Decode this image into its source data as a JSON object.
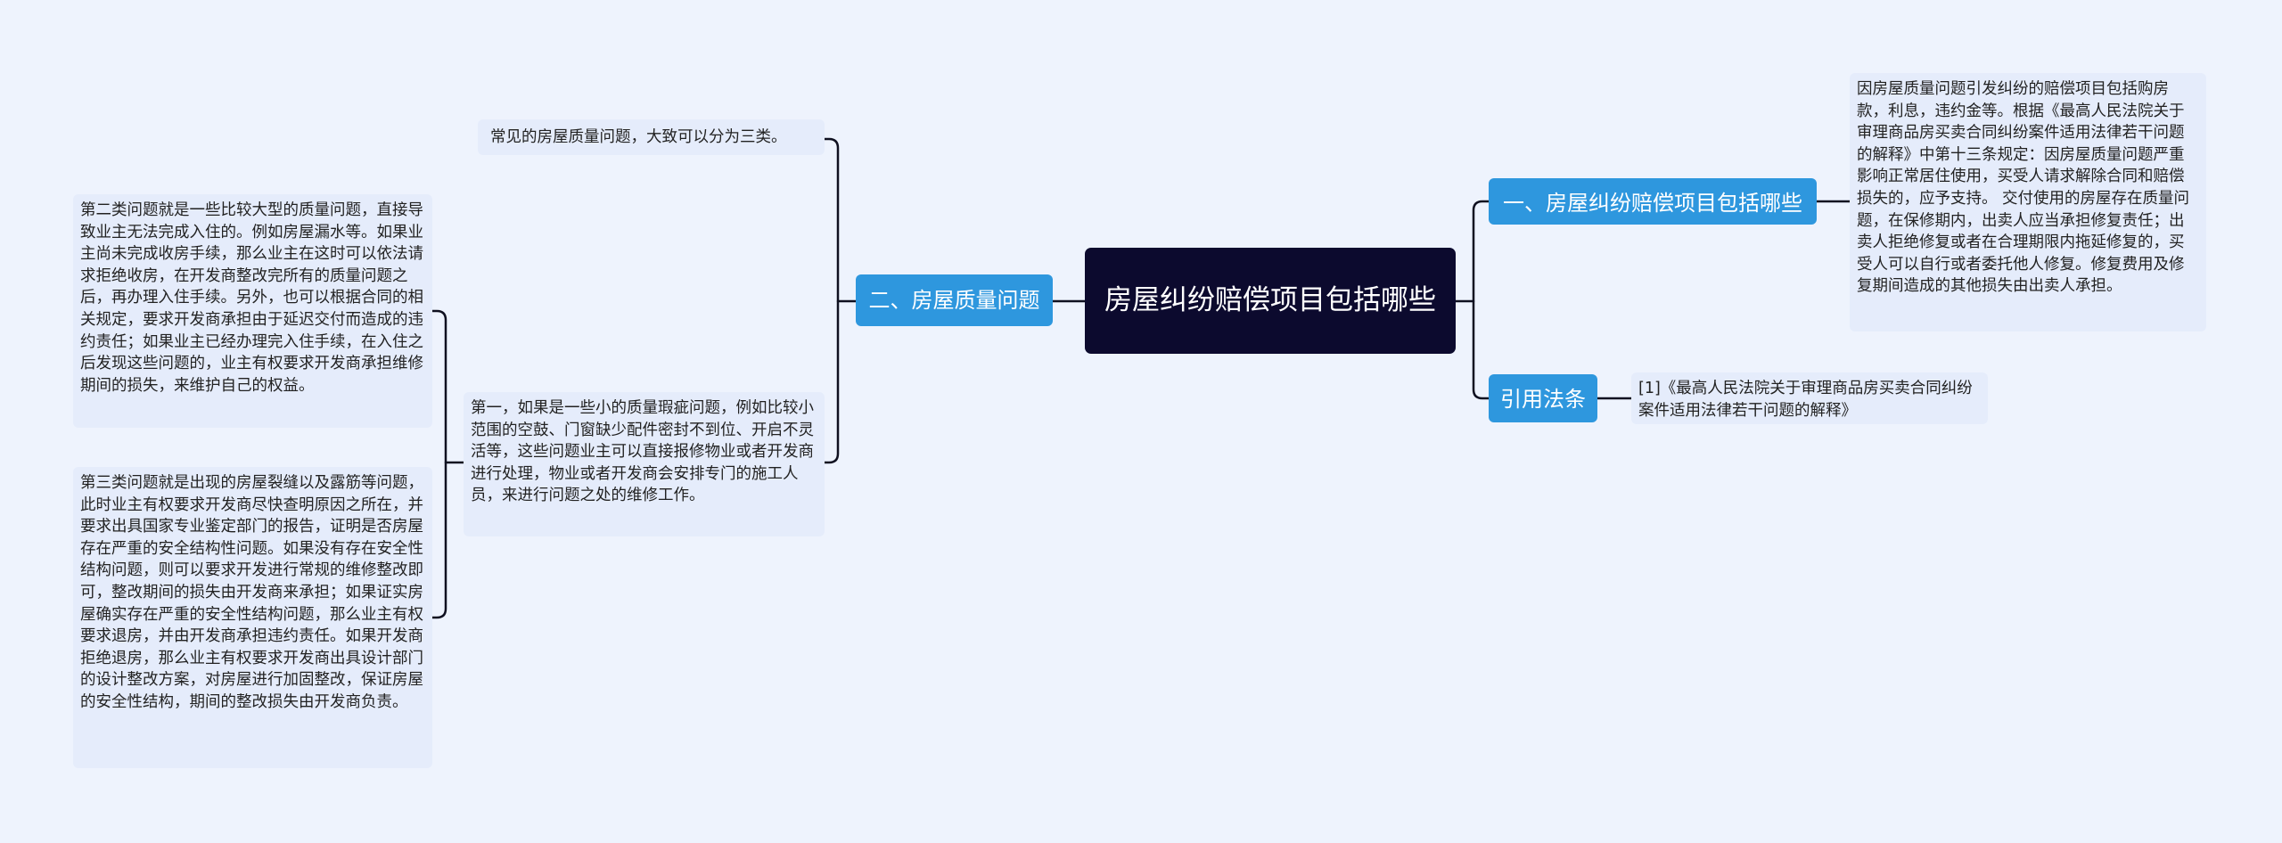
{
  "root": "房屋纠纷赔偿项目包括哪些",
  "right": [
    {
      "label": "一、房屋纠纷赔偿项目包括哪些",
      "children": [
        "因房屋质量问题引发纠纷的赔偿项目包括购房款，利息，违约金等。根据《最高人民法院关于审理商品房买卖合同纠纷案件适用法律若干问题的解释》中第十三条规定：因房屋质量问题严重影响正常居住使用，买受人请求解除合同和赔偿损失的，应予支持。 交付使用的房屋存在质量问题，在保修期内，出卖人应当承担修复责任；出卖人拒绝修复或者在合理期限内拖延修复的，买受人可以自行或者委托他人修复。修复费用及修复期间造成的其他损失由出卖人承担。"
      ]
    },
    {
      "label": "引用法条",
      "children": [
        "[1]《最高人民法院关于审理商品房买卖合同纠纷案件适用法律若干问题的解释》"
      ]
    }
  ],
  "left": [
    {
      "label": "二、房屋质量问题",
      "children": [
        {
          "text": "常见的房屋质量问题，大致可以分为三类。"
        },
        {
          "text": "第一，如果是一些小的质量瑕疵问题，例如比较小范围的空鼓、门窗缺少配件密封不到位、开启不灵活等，这些问题业主可以直接报修物业或者开发商进行处理，物业或者开发商会安排专门的施工人员，来进行问题之处的维修工作。",
          "children": [
            "第二类问题就是一些比较大型的质量问题，直接导致业主无法完成入住的。例如房屋漏水等。如果业主尚未完成收房手续，那么业主在这时可以依法请求拒绝收房，在开发商整改完所有的质量问题之后，再办理入住手续。另外，也可以根据合同的相关规定，要求开发商承担由于延迟交付而造成的违约责任；如果业主已经办理完入住手续，在入住之后发现这些问题的，业主有权要求开发商承担维修期间的损失，来维护自己的权益。",
            "第三类问题就是出现的房屋裂缝以及露筋等问题，此时业主有权要求开发商尽快查明原因之所在，并要求出具国家专业鉴定部门的报告，证明是否房屋存在严重的安全结构性问题。如果没有存在安全性结构问题，则可以要求开发进行常规的维修整改即可，整改期间的损失由开发商来承担；如果证实房屋确实存在严重的安全性结构问题，那么业主有权要求退房，并由开发商承担违约责任。如果开发商拒绝退房，那么业主有权要求开发商出具设计部门的设计整改方案，对房屋进行加固整改，保证房屋的安全性结构，期间的整改损失由开发商负责。"
          ]
        }
      ]
    }
  ],
  "colors": {
    "background": "#eef3fd",
    "root": "#0c0a2e",
    "branch": "#2e97de",
    "leaf": "#e5ecfb",
    "line": "#0f1020"
  }
}
